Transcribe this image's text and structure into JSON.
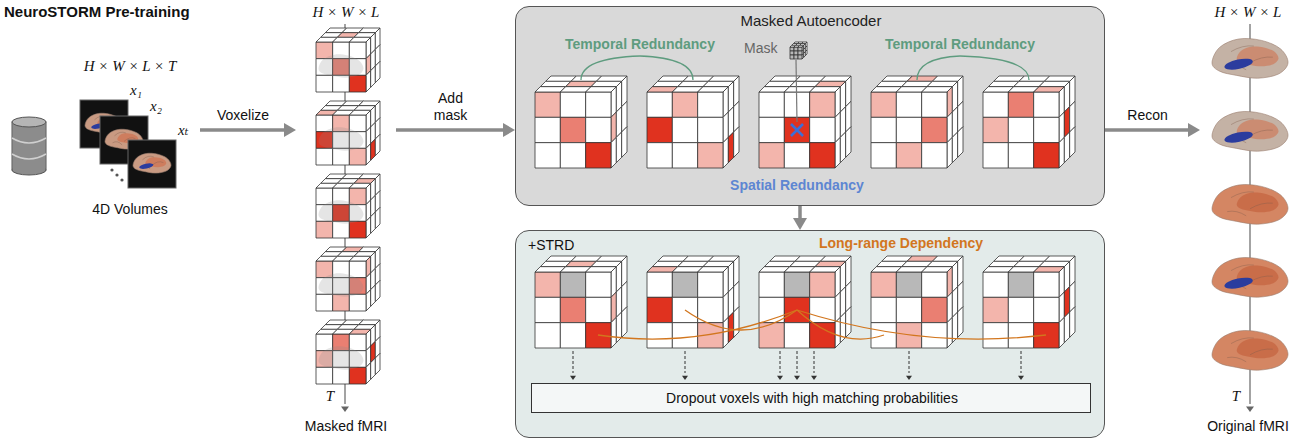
{
  "diagram": {
    "title": "NeuroSTORM Pre-training",
    "nodes": [
      {
        "text": [
          "H × W × L × T",
          "4D Volumes"
        ]
      },
      {
        "text": [
          "H × W × L",
          "Masked fMRI"
        ]
      },
      {
        "text": [
          "Masked Autoencoder"
        ]
      },
      {
        "text": [
          "+STRD",
          "Long-range Dependency"
        ]
      },
      {
        "text": [
          "Dropout voxels with high matching probabilities"
        ],
        "in": 3
      },
      {
        "text": [
          "H × W × L",
          "Original fMRI"
        ]
      }
    ],
    "edges": [
      {
        "from": 0,
        "to": 1,
        "arrow": "to",
        "label": "Voxelize"
      },
      {
        "from": 1,
        "to": 2,
        "arrow": "to",
        "label": "Add mask"
      },
      {
        "from": 2,
        "to": 3,
        "arrow": "to"
      },
      {
        "from": 2,
        "to": 5,
        "arrow": "to",
        "label": "Recon"
      }
    ],
    "labels": [
      "x₁",
      "x₂",
      "xₜ",
      "T",
      "Temporal Redundancy",
      "Mask",
      "Temporal Redundancy",
      "Spatial Redundancy",
      "T"
    ]
  }
}
